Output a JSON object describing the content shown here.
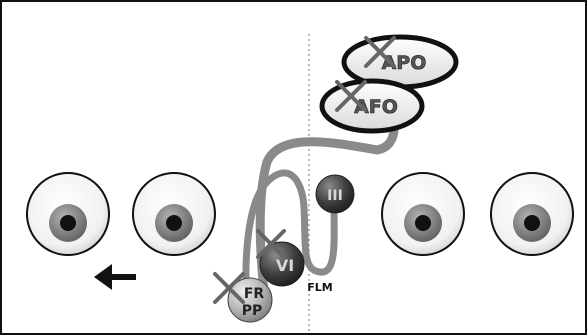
{
  "diagram": {
    "labels": {
      "apo": "APO",
      "afo": "AFO",
      "vi": "VI",
      "iii": "III",
      "flm": "FLM",
      "frpp_line1": "FR",
      "frpp_line2": "PP"
    },
    "direction_arrow": "left",
    "lesions_crossed": [
      "APO",
      "AFO",
      "VI",
      "FRPP"
    ],
    "colors": {
      "background": "#ffffff",
      "pathway_band": "#7a7a7a",
      "nucleus_dark": "#3a3a3a",
      "nucleus_light": "#b0b0b0",
      "iris": "#808080",
      "pupil": "#111111",
      "cross": "#666666",
      "midline": "#777777"
    },
    "icons": [
      "eye-icon",
      "left-arrow-icon",
      "cross-mark-icon"
    ]
  }
}
